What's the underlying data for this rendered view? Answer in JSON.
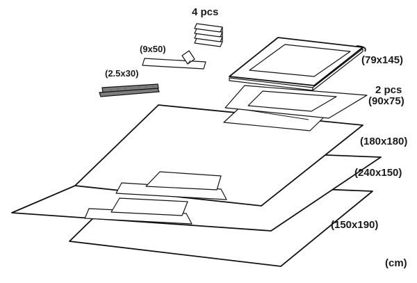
{
  "labels": {
    "four_pcs": "4 pcs",
    "tape_9x50": "(9x50)",
    "tape_2_5x30": "(2.5x30)",
    "sheet_79x145": "(79x145)",
    "two_pcs": "2 pcs",
    "sheet_90x75": "(90x75)",
    "sheet_180x180": "(180x180)",
    "sheet_240x150": "(240x150)",
    "sheet_150x190": "(150x190)",
    "unit": "(cm)"
  }
}
